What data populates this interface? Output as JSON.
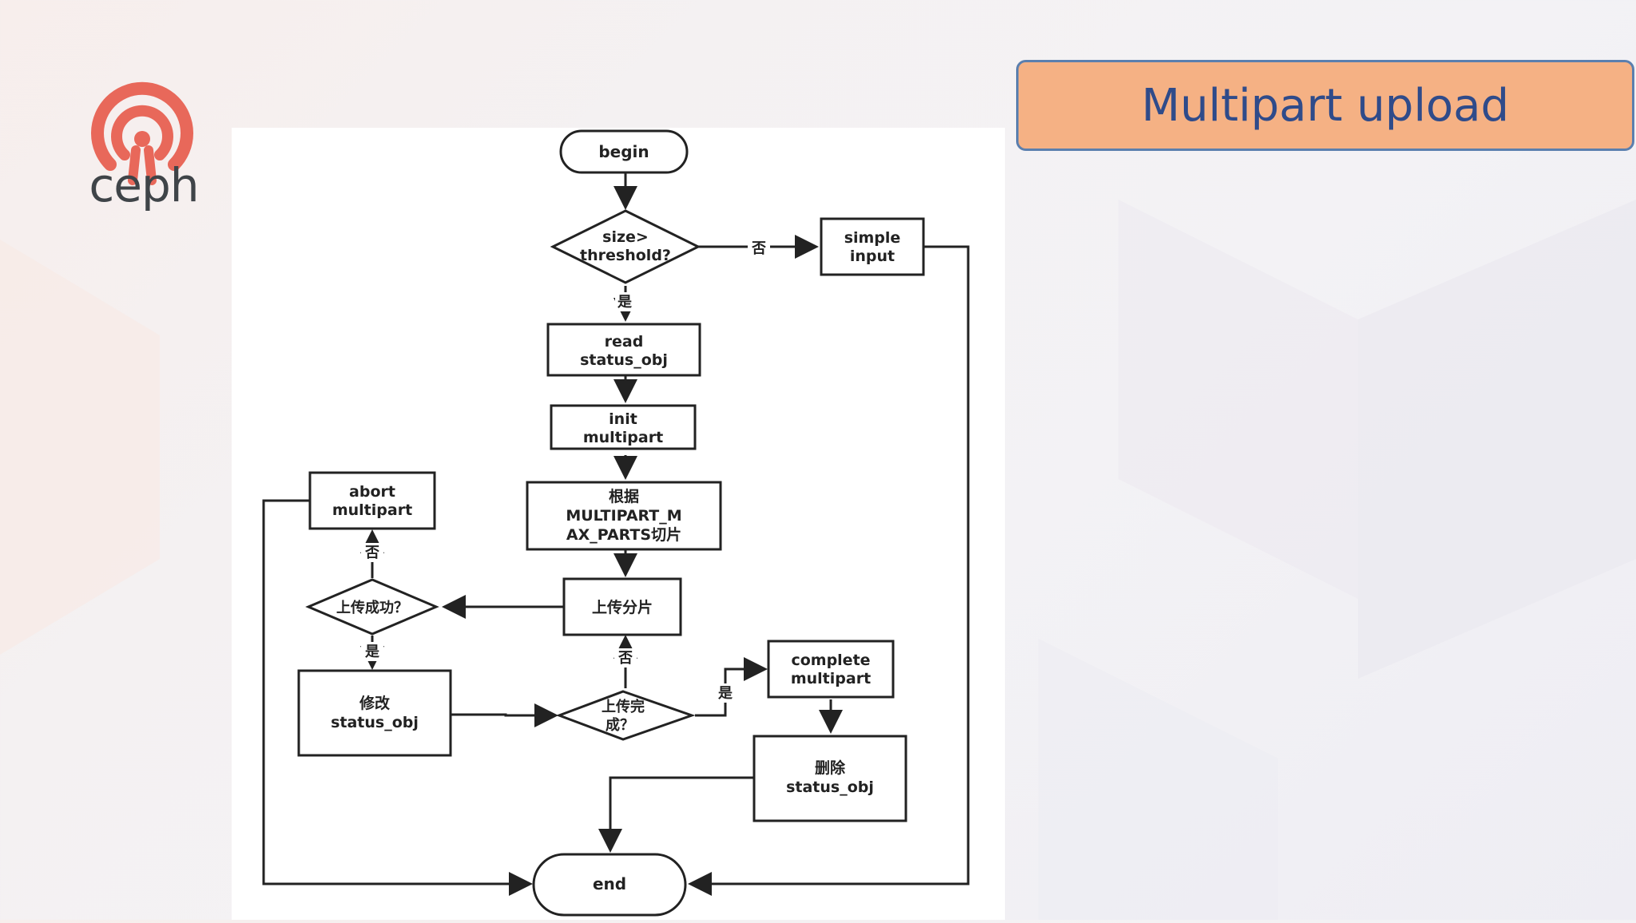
{
  "logo": {
    "text": "ceph"
  },
  "title": "Multipart upload",
  "flowchart": {
    "begin": "begin",
    "size_decision": [
      "size>",
      "threshold?"
    ],
    "no_label": "否",
    "yes_label": "是",
    "simple_input": [
      "simple",
      "input"
    ],
    "read_status": [
      "read",
      "status_obj"
    ],
    "init_multipart": [
      "init",
      "multipart"
    ],
    "split": [
      "根据",
      "MULTIPART_M",
      "AX_PARTS切片"
    ],
    "upload_part": "上传分片",
    "upload_success": "上传成功？",
    "abort_multipart": [
      "abort",
      "multipart"
    ],
    "modify_status": [
      "修改",
      "status_obj"
    ],
    "upload_complete": [
      "上传完",
      "成？"
    ],
    "complete_multipart": [
      "complete",
      "multipart"
    ],
    "delete_status": [
      "删除",
      "status_obj"
    ],
    "end": "end"
  },
  "colors": {
    "title_bg": "#f5b184",
    "title_border": "#5b7fae",
    "title_text": "#2f4b8a",
    "logo_red": "#e8685a",
    "logo_text": "#3f4448"
  }
}
